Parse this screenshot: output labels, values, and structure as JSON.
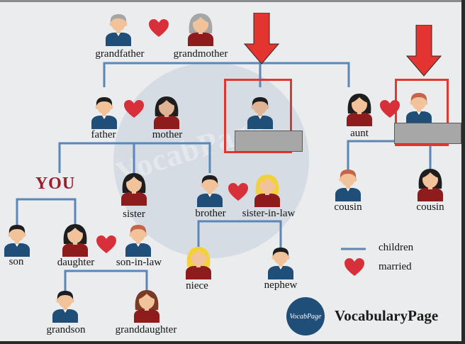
{
  "watermark": "VocabPage",
  "you_label": "YOU",
  "people": [
    {
      "id": "grandfather",
      "label": "grandfather",
      "gender": "male",
      "hair": "#a6a6a6",
      "skin": "#f2c39a",
      "shirt": "#1f4e79"
    },
    {
      "id": "grandmother",
      "label": "grandmother",
      "gender": "female",
      "hair": "#a6a6a6",
      "skin": "#f2c39a",
      "shirt": "#8e1c1c"
    },
    {
      "id": "father",
      "label": "father",
      "gender": "male",
      "hair": "#1e1e1e",
      "skin": "#f2c39a",
      "shirt": "#1f4e79"
    },
    {
      "id": "mother",
      "label": "mother",
      "gender": "female",
      "hair": "#1e1e1e",
      "skin": "#deb494",
      "shirt": "#8e1c1c"
    },
    {
      "id": "uncle",
      "label": "",
      "gender": "male",
      "hair": "#1e1e1e",
      "skin": "#deb494",
      "shirt": "#1f4e79"
    },
    {
      "id": "aunt",
      "label": "aunt",
      "gender": "female",
      "hair": "#1e1e1e",
      "skin": "#f2c39a",
      "shirt": "#8e1c1c"
    },
    {
      "id": "uncle-in-law",
      "label": "",
      "gender": "male",
      "hair": "#c4654a",
      "skin": "#f2c39a",
      "shirt": "#1f4e79"
    },
    {
      "id": "sister",
      "label": "sister",
      "gender": "female",
      "hair": "#1e1e1e",
      "skin": "#f2c39a",
      "shirt": "#8e1c1c"
    },
    {
      "id": "brother",
      "label": "brother",
      "gender": "male",
      "hair": "#1e1e1e",
      "skin": "#f2c39a",
      "shirt": "#1f4e79"
    },
    {
      "id": "sister-in-law",
      "label": "sister-in-law",
      "gender": "female",
      "hair": "#f2d13a",
      "skin": "#f2c39a",
      "shirt": "#8e1c1c"
    },
    {
      "id": "cousin-male",
      "label": "cousin",
      "gender": "male",
      "hair": "#c4654a",
      "skin": "#f2c39a",
      "shirt": "#1f4e79"
    },
    {
      "id": "cousin-female",
      "label": "cousin",
      "gender": "female",
      "hair": "#1e1e1e",
      "skin": "#f2c39a",
      "shirt": "#8e1c1c"
    },
    {
      "id": "son",
      "label": "son",
      "gender": "male",
      "hair": "#1e1e1e",
      "skin": "#f2c39a",
      "shirt": "#1f4e79"
    },
    {
      "id": "daughter",
      "label": "daughter",
      "gender": "female",
      "hair": "#1e1e1e",
      "skin": "#f2c39a",
      "shirt": "#8e1c1c"
    },
    {
      "id": "son-in-law",
      "label": "son-in-law",
      "gender": "male",
      "hair": "#c4654a",
      "skin": "#f2c39a",
      "shirt": "#1f4e79"
    },
    {
      "id": "niece",
      "label": "niece",
      "gender": "female",
      "hair": "#f2d13a",
      "skin": "#f2c39a",
      "shirt": "#8e1c1c"
    },
    {
      "id": "nephew",
      "label": "nephew",
      "gender": "male",
      "hair": "#1e1e1e",
      "skin": "#f2c39a",
      "shirt": "#1f4e79"
    },
    {
      "id": "grandson",
      "label": "grandson",
      "gender": "male",
      "hair": "#1e1e1e",
      "skin": "#f2c39a",
      "shirt": "#1f4e79"
    },
    {
      "id": "granddaughter",
      "label": "granddaughter",
      "gender": "female",
      "hair": "#7a3a26",
      "skin": "#f2c39a",
      "shirt": "#8e1c1c"
    }
  ],
  "legend": {
    "children_label": "children",
    "married_label": "married"
  },
  "logo": {
    "text": "VocabPage"
  },
  "brand": "VocabularyPage",
  "colors": {
    "line": "#5b86b8",
    "heart": "#d8303b",
    "arrow": "#e3342f",
    "highlight": "#e2372f",
    "placeholder": "#a7a7a7",
    "you": "#9c1c2c"
  }
}
